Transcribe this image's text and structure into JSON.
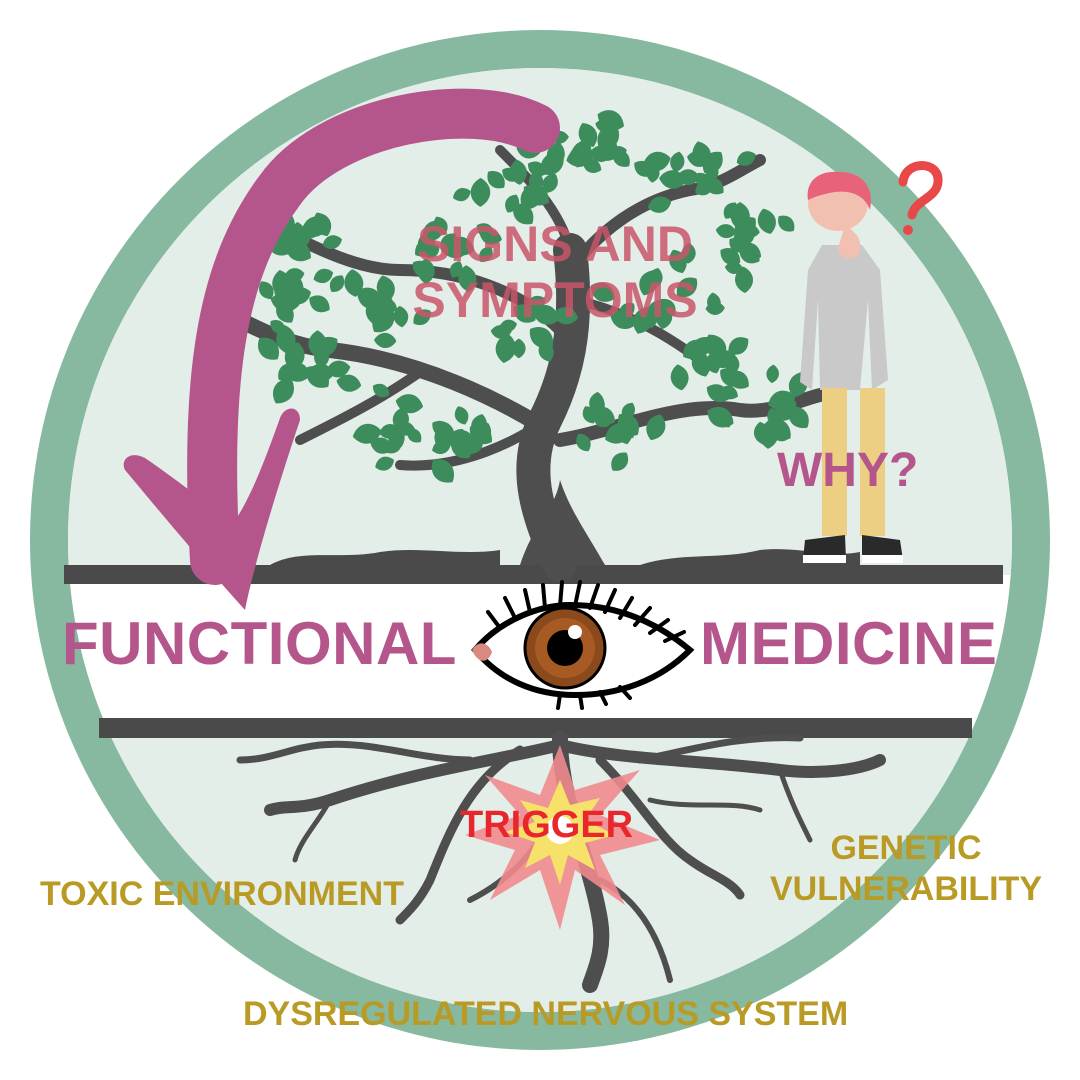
{
  "labels": {
    "signs_line1": "SIGNS AND",
    "signs_line2": "SYMPTOMS",
    "why": "WHY?",
    "functional": "FUNCTIONAL",
    "medicine": "MEDICINE",
    "trigger": "TRIGGER",
    "toxic": "TOXIC ENVIRONMENT",
    "genetic_line1": "GENETIC",
    "genetic_line2": "VULNERABILITY",
    "dysregulated": "DYSREGULATED NERVOUS SYSTEM"
  },
  "colors": {
    "ring": "#86b9a0",
    "background": "#e4eee8",
    "leaf": "#3c8c5c",
    "trunk": "#4e4e4e",
    "ground": "#4a4a4a",
    "arrow": "#b4568c",
    "title": "#b4568c",
    "signs": "#c9566b",
    "trigger": "#e8262b",
    "gold": "#b89a25"
  },
  "icons": [
    "curved-arrow-icon",
    "tree-icon",
    "eye-icon",
    "thinking-person-icon",
    "question-mark-icon",
    "burst-icon",
    "roots-icon"
  ]
}
